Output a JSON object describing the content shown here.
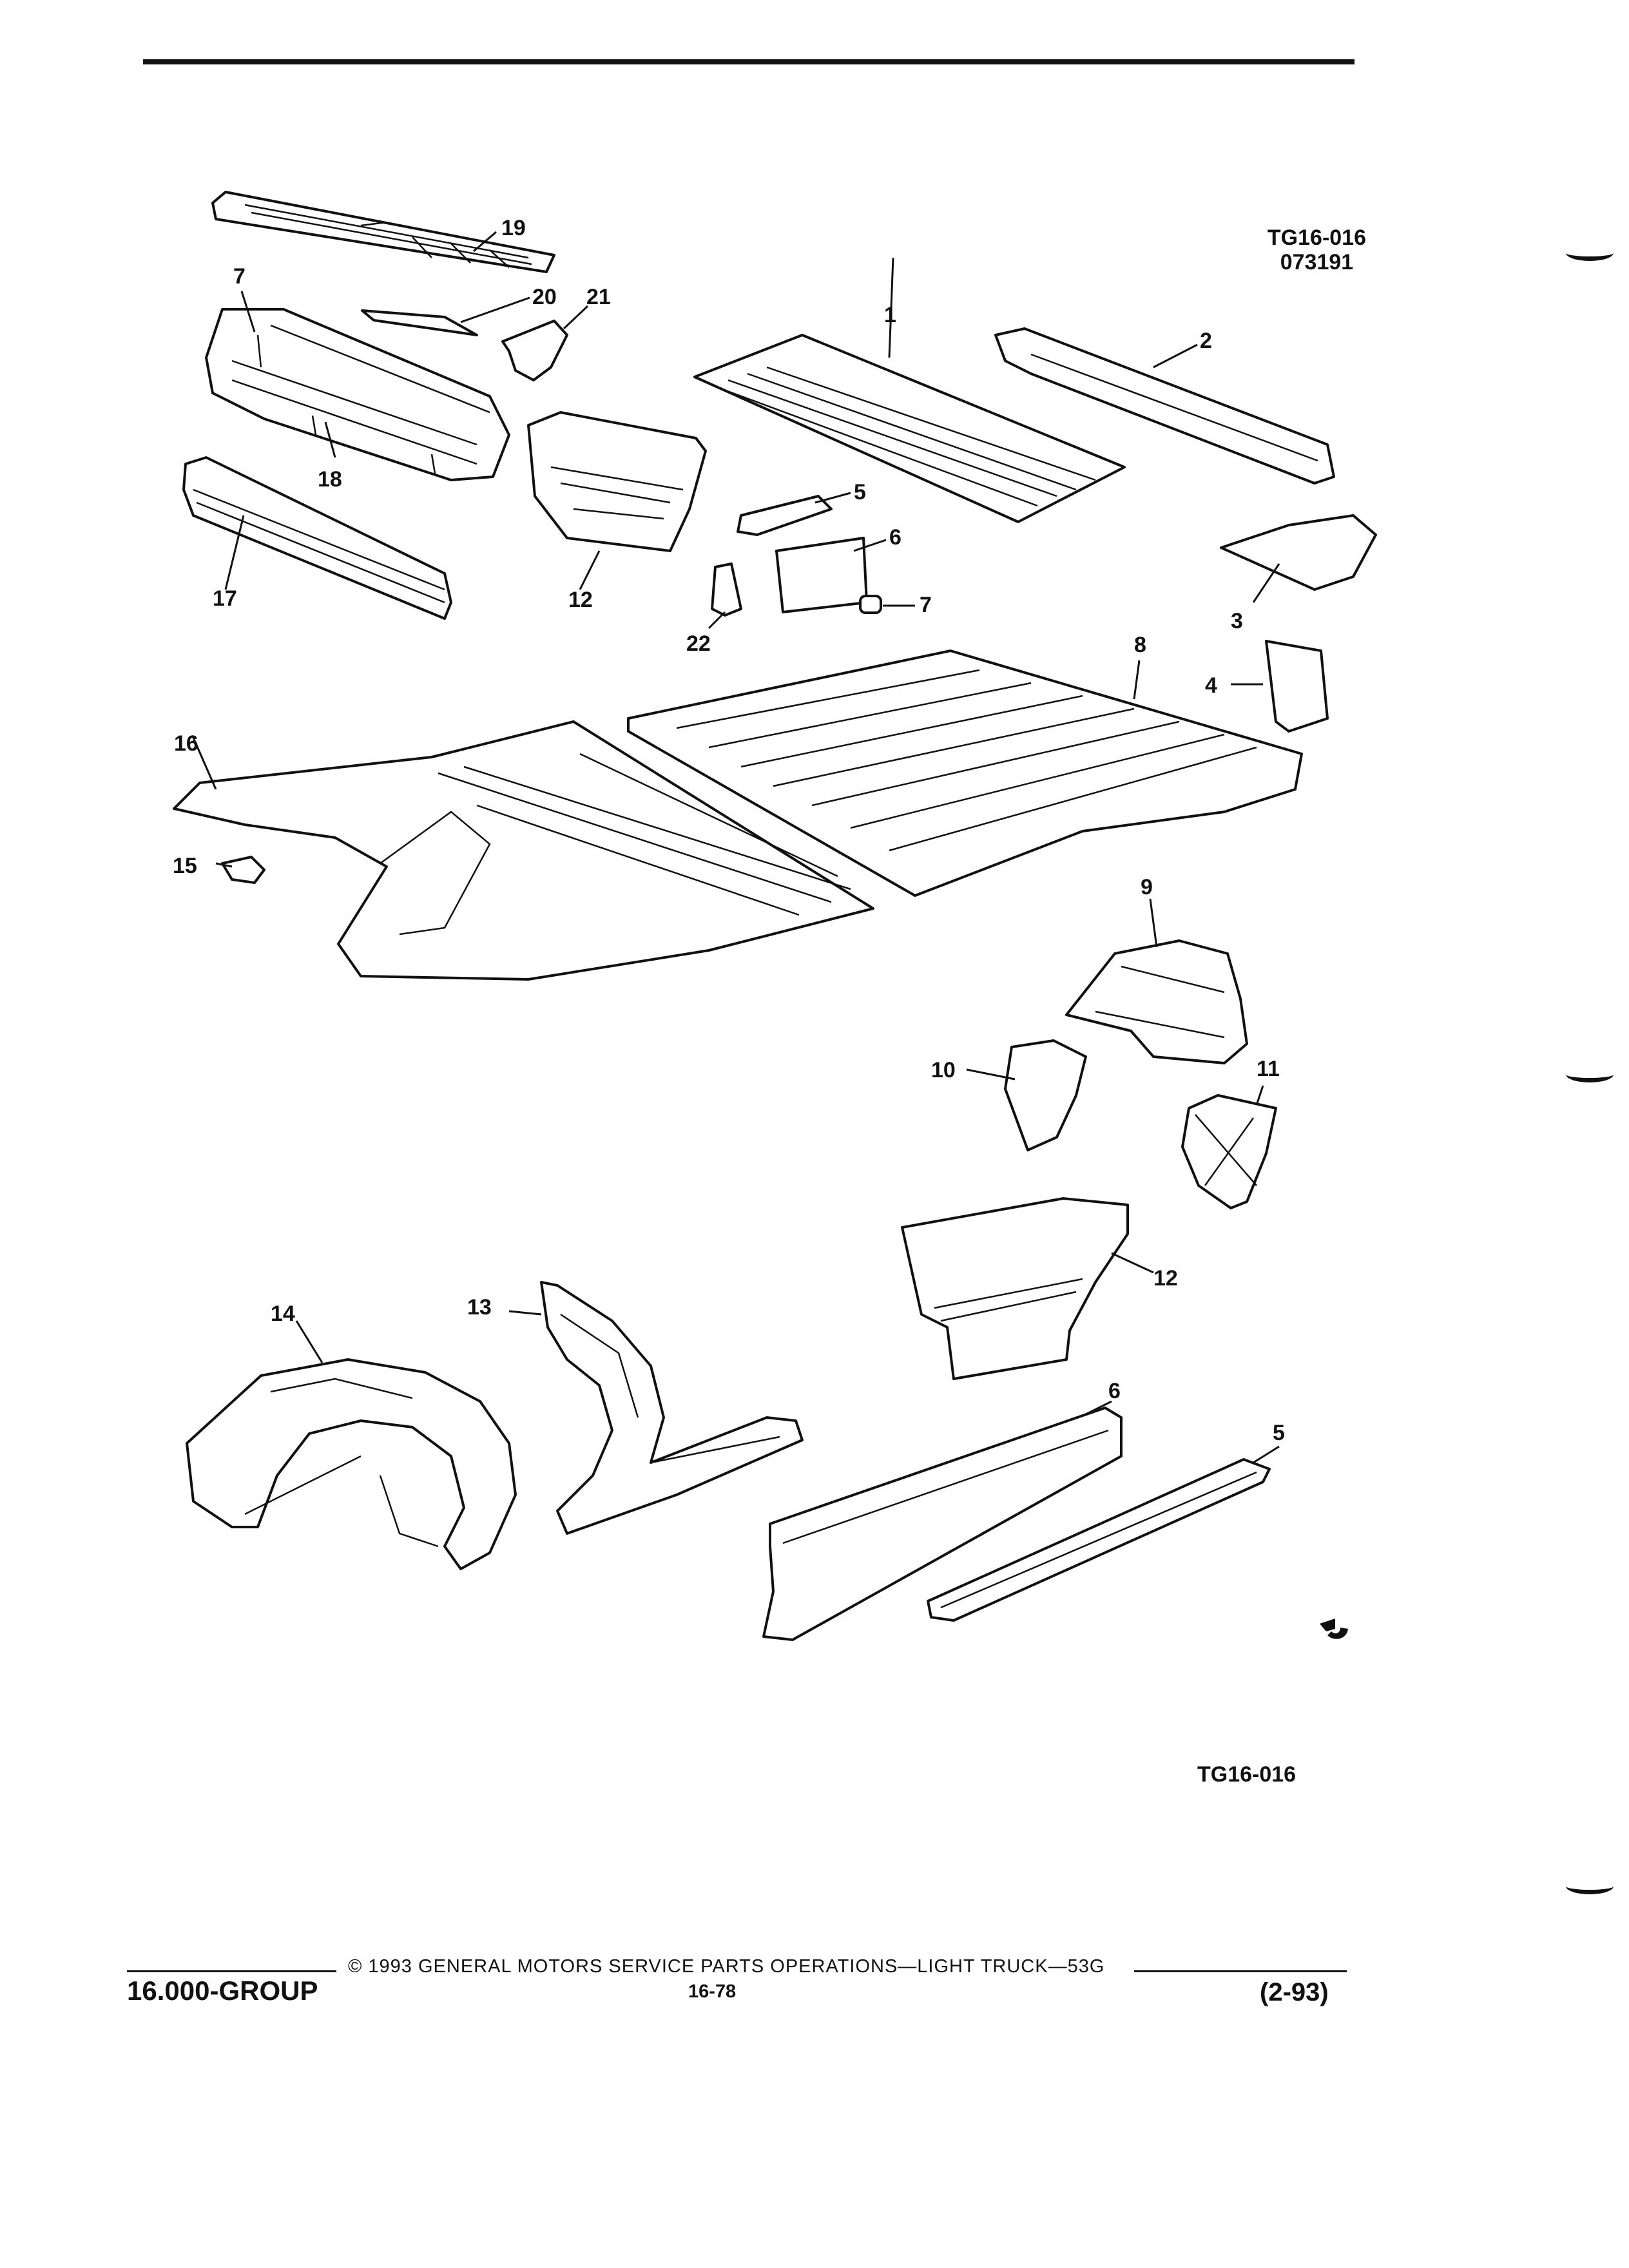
{
  "reference": {
    "code_top": "TG16-016",
    "date_code": "073191",
    "code_bottom": "TG16-016"
  },
  "callouts": [
    "1",
    "2",
    "3",
    "4",
    "5",
    "6",
    "7",
    "8",
    "9",
    "10",
    "11",
    "12",
    "13",
    "14",
    "15",
    "16",
    "17",
    "18",
    "19",
    "20",
    "21",
    "22",
    "5",
    "6",
    "7",
    "12"
  ],
  "footer": {
    "copyright": "© 1993 GENERAL MOTORS SERVICE PARTS OPERATIONS—LIGHT TRUCK—53G",
    "group": "16.000-GROUP",
    "page": "16-78",
    "revision": "(2-93)"
  }
}
